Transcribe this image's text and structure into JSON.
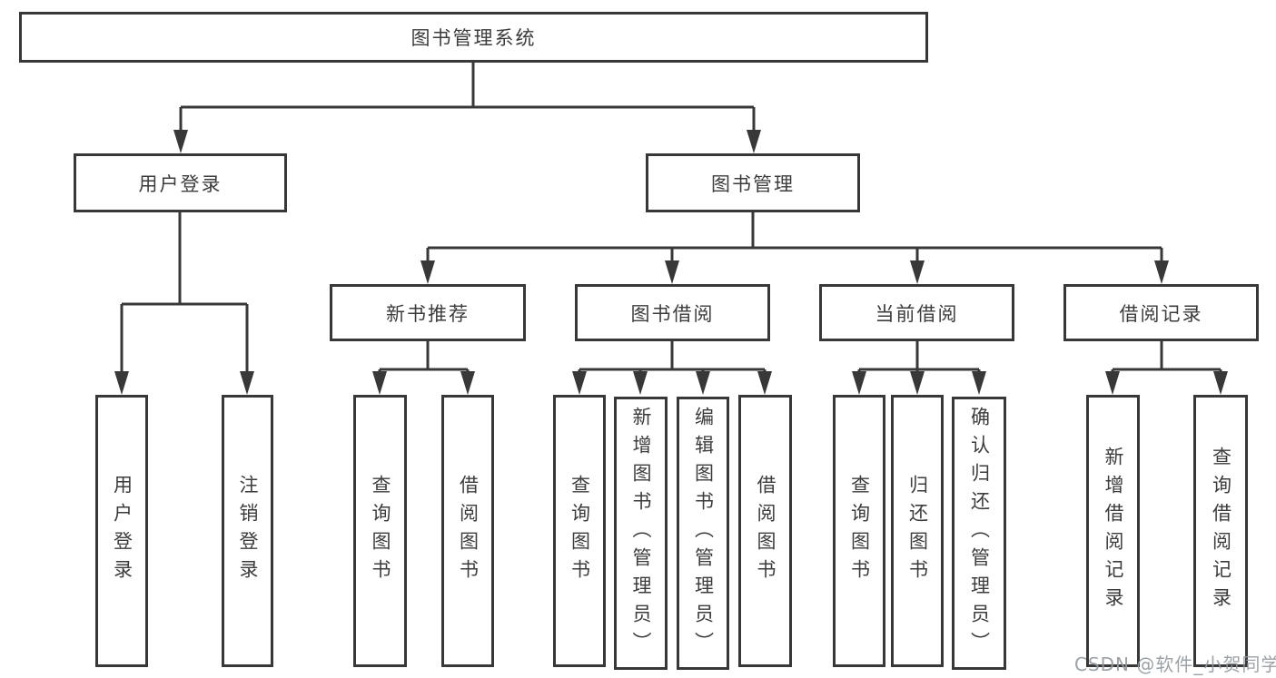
{
  "diagram": {
    "root": {
      "label": "图书管理系统",
      "children": [
        {
          "label": "用户登录",
          "children": [
            {
              "label": "用户登录"
            },
            {
              "label": "注销登录"
            }
          ]
        },
        {
          "label": "图书管理",
          "children": [
            {
              "label": "新书推荐",
              "children": [
                {
                  "label": "查询图书"
                },
                {
                  "label": "借阅图书"
                }
              ]
            },
            {
              "label": "图书借阅",
              "children": [
                {
                  "label": "查询图书"
                },
                {
                  "label": "新增图书（管理员）"
                },
                {
                  "label": "编辑图书（管理员）"
                },
                {
                  "label": "借阅图书"
                }
              ]
            },
            {
              "label": "当前借阅",
              "children": [
                {
                  "label": "查询图书"
                },
                {
                  "label": "归还图书"
                },
                {
                  "label": "确认归还（管理员）"
                }
              ]
            },
            {
              "label": "借阅记录",
              "children": [
                {
                  "label": "新增借阅记录"
                },
                {
                  "label": "查询借阅记录"
                }
              ]
            }
          ]
        }
      ]
    }
  },
  "watermark": {
    "text": "CSDN @软件_小贺同学"
  },
  "colors": {
    "line": "#383838",
    "box_border": "#383838",
    "text": "#3c3c3c",
    "watermark": "#949aa0",
    "background": "#ffffff"
  }
}
